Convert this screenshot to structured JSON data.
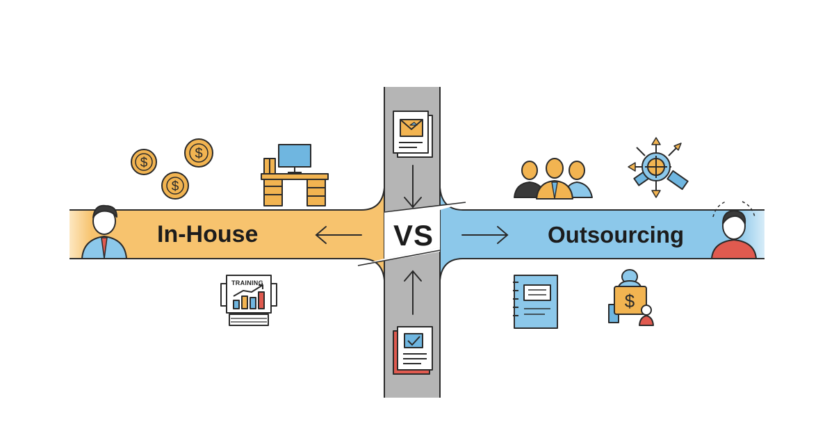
{
  "labels": {
    "left": "In-House",
    "right": "Outsourcing",
    "center": "VS",
    "training": "TRAINING",
    "dollar": "$"
  },
  "colors": {
    "in_house_band": "#f7c36e",
    "outsourcing_band": "#8cc8ea",
    "center_road": "#b5b5b5",
    "outline": "#2a2a2a",
    "accent_orange": "#f2b451",
    "accent_blue": "#6fb6e0",
    "accent_red": "#e05a4f"
  },
  "icons": [
    "person-with-tie-icon",
    "coins-icon",
    "office-desk-icon",
    "training-chart-icon",
    "document-envelope-icon",
    "document-checklist-icon",
    "team-icon",
    "network-target-icon",
    "person-connected-icon",
    "notebook-icon",
    "finance-contract-icon"
  ]
}
